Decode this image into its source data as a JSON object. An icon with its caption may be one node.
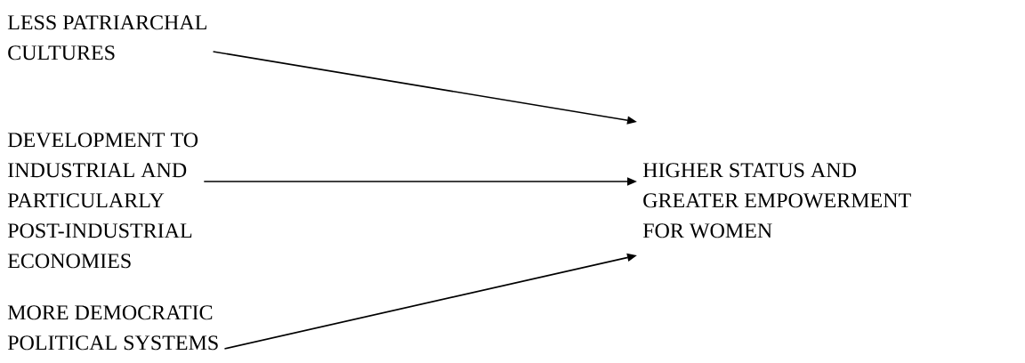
{
  "diagram": {
    "nodes": [
      {
        "text": [
          "LESS PATRIARCHAL CULTURES"
        ]
      },
      {
        "text": [
          "DEVELOPMENT TO INDUSTRIAL AND PARTICULARLY POST-INDUSTRIAL ECONOMIES"
        ]
      },
      {
        "text": [
          "MORE DEMOCRATIC POLITICAL SYSTEMS"
        ]
      },
      {
        "text": [
          "HIGHER STATUS AND GREATER EMPOWERMENT FOR WOMEN"
        ]
      }
    ],
    "edges": [
      {
        "from": 0,
        "to": 3,
        "arrow": "to"
      },
      {
        "from": 1,
        "to": 3,
        "arrow": "to"
      },
      {
        "from": 2,
        "to": 3,
        "arrow": "to"
      }
    ]
  }
}
